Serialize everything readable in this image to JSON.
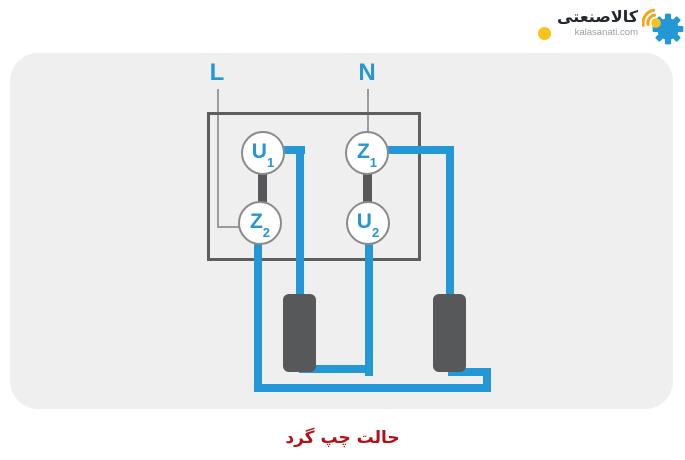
{
  "brand": {
    "name": "کالاصنعتی",
    "domain": "kalasanati.com"
  },
  "diagram": {
    "supply_labels": {
      "line": "L",
      "neutral": "N"
    },
    "terminals": {
      "top_left": {
        "base": "U",
        "sub": "1"
      },
      "top_right": {
        "base": "Z",
        "sub": "1"
      },
      "bottom_left": {
        "base": "Z",
        "sub": "2"
      },
      "bottom_right": {
        "base": "U",
        "sub": "2"
      }
    }
  },
  "caption": {
    "text": "حالت چپ گرد"
  },
  "colors": {
    "wire_blue": "#2498d6",
    "label_blue": "#2597d5",
    "component_gray": "#56585a",
    "box_border_gray": "#5e5e5e",
    "thin_line_gray": "#9b9b9b",
    "panel_background": "#efefef",
    "caption_red": "#b11217",
    "logo_gear_blue": "#2498d6",
    "logo_signal_orange": "#f6a21d",
    "logo_dot_yellow": "#fcc21c"
  }
}
